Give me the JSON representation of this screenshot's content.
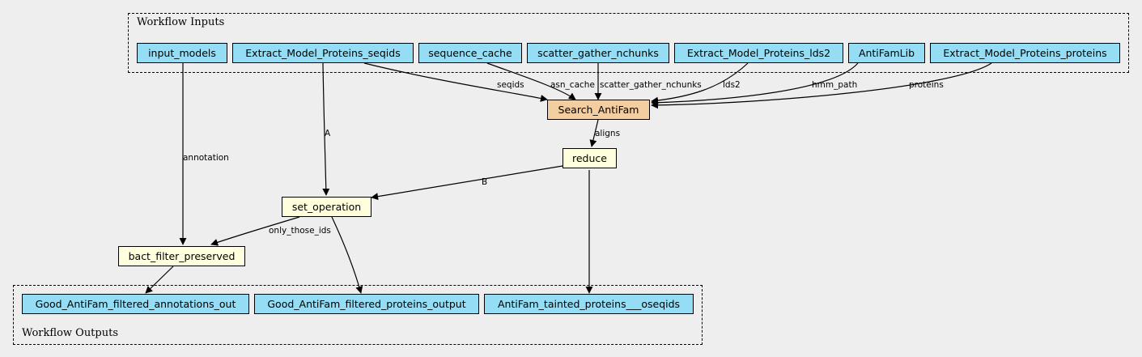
{
  "clusters": {
    "inputs_title": "Workflow Inputs",
    "outputs_title": "Workflow Outputs"
  },
  "inputs": [
    "input_models",
    "Extract_Model_Proteins_seqids",
    "sequence_cache",
    "scatter_gather_nchunks",
    "Extract_Model_Proteins_lds2",
    "AntiFamLib",
    "Extract_Model_Proteins_proteins"
  ],
  "steps": {
    "search": "Search_AntiFam",
    "reduce": "reduce",
    "set_operation": "set_operation",
    "bact_filter": "bact_filter_preserved"
  },
  "outputs": [
    "Good_AntiFam_filtered_annotations_out",
    "Good_AntiFam_filtered_proteins_output",
    "AntiFam_tainted_proteins___oseqids"
  ],
  "edge_labels": {
    "seqids": "seqids",
    "asn_cache": "asn_cache",
    "scatter_gather_nchunks": "scatter_gather_nchunks",
    "lds2": "lds2",
    "hmm_path": "hmm_path",
    "proteins": "proteins",
    "aligns": "aligns",
    "A": "A",
    "B": "B",
    "annotation": "annotation",
    "only_those_ids": "only_those_ids"
  },
  "colors": {
    "background": "#eeeeee",
    "io_node": "#94ddf4",
    "step_node": "#ffffdd",
    "main_step_node": "#f3cea1",
    "edge": "#000000"
  }
}
